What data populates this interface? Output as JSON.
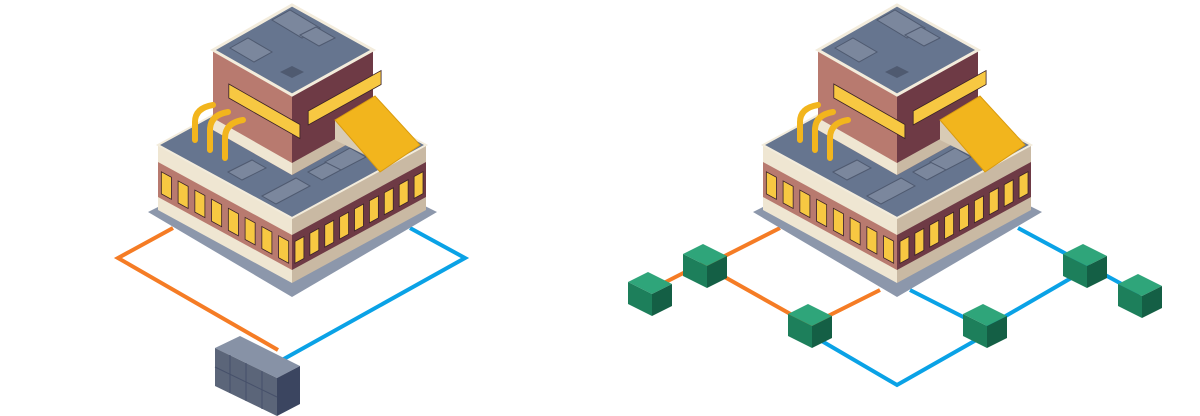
{
  "scene": {
    "left_panel": "centralized",
    "right_panel": "distributed",
    "green_unit_count": 6,
    "icons": [
      "factory-building",
      "central-cabinet",
      "green-unit"
    ]
  },
  "colors": {
    "roof": "#66758f",
    "roof_edge": "#f3ecdc",
    "wall_left": "#b87a6f",
    "wall_right": "#6e3a45",
    "trim_left": "#efe6d2",
    "trim_right": "#c9b9a3",
    "window": "#f7c842",
    "platform": "#8c97ab",
    "pipe": "#f2b51d",
    "ramp": "#f2b51d",
    "orange_line": "#f57c25",
    "blue_line": "#0aa2e6",
    "cabinet_top": "#8792a6",
    "cabinet_left": "#5b6579",
    "cabinet_right": "#3b4560",
    "green_top": "#2fa57a",
    "green_left": "#1d7f5b",
    "green_right": "#145f45"
  }
}
